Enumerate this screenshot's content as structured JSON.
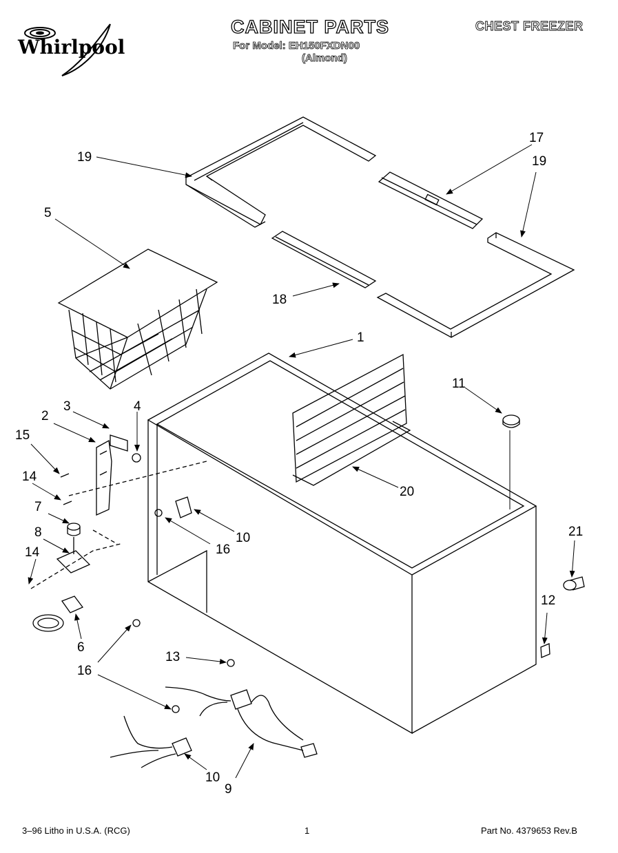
{
  "header": {
    "brand": "Whirlpool",
    "title": "CABINET PARTS",
    "model_line": "For Model: EH150FXDN00",
    "color_line": "(Almond)",
    "category": "CHEST FREEZER"
  },
  "callouts": [
    "19",
    "17",
    "19",
    "5",
    "18",
    "1",
    "11",
    "3",
    "4",
    "2",
    "15",
    "14",
    "20",
    "7",
    "10",
    "8",
    "16",
    "21",
    "14",
    "12",
    "6",
    "13",
    "16",
    "10",
    "9"
  ],
  "footer": {
    "left": "3–96 Litho in U.S.A. (RCG)",
    "center": "1",
    "right": "Part No. 4379653 Rev.B"
  }
}
